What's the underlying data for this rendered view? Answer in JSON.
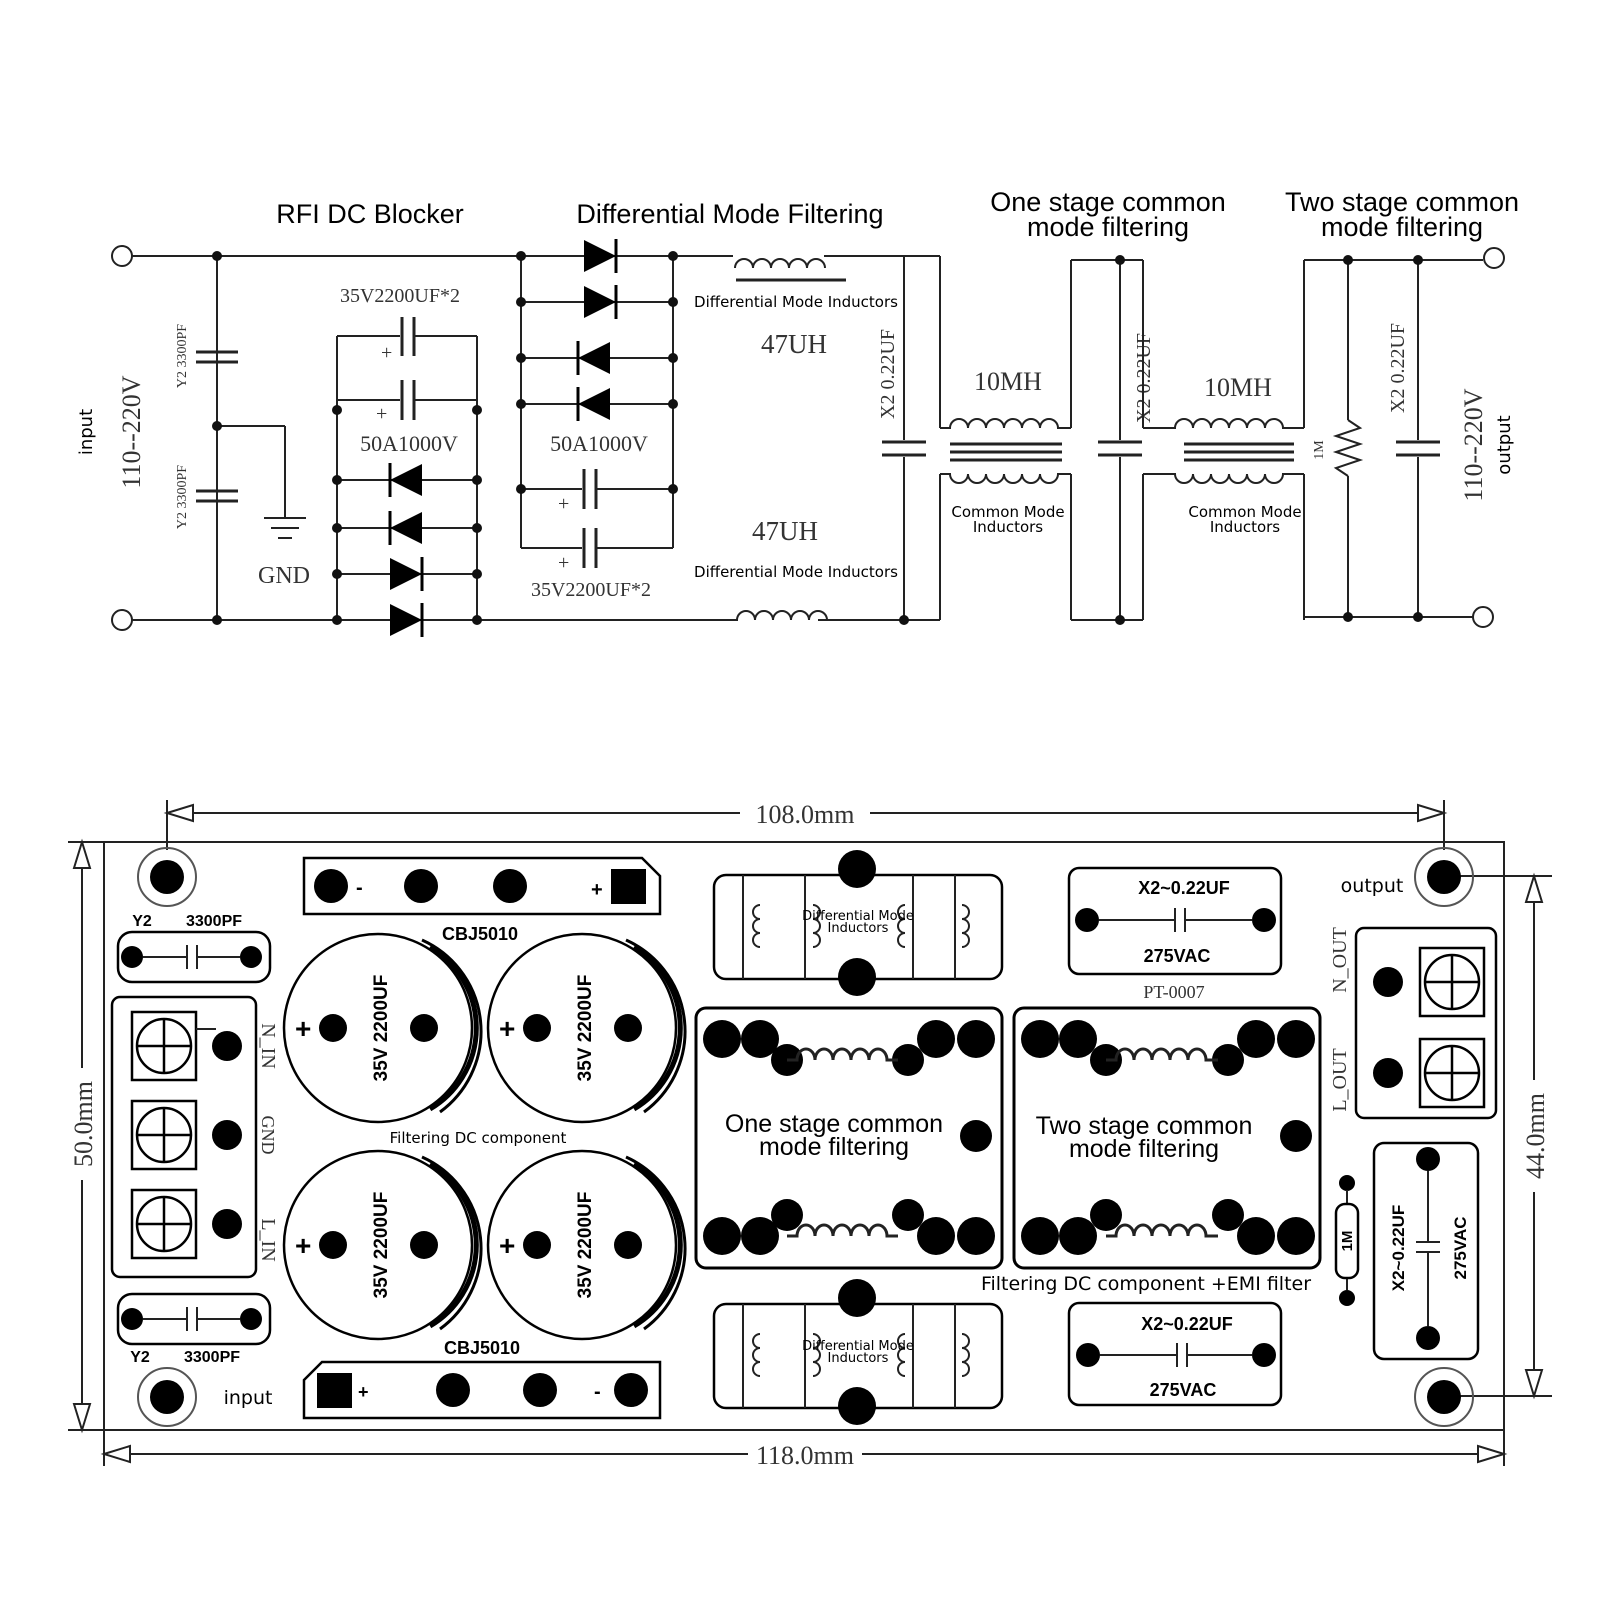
{
  "schematic": {
    "titles": {
      "rfi": "RFI DC Blocker",
      "diff": "Differential Mode Filtering",
      "one_stage_1": "One stage common",
      "one_stage_2": "mode filtering",
      "two_stage_1": "Two stage common",
      "two_stage_2": "mode filtering"
    },
    "input_label": "input",
    "output_label": "output",
    "voltage_in": "110--220V",
    "voltage_out": "110--220V",
    "y2_top": "Y2  3300PF",
    "y2_bottom": "Y2  3300PF",
    "gnd": "GND",
    "cap_top": "35V2200UF*2",
    "cap_bottom": "35V2200UF*2",
    "bridge_left": "50A1000V",
    "bridge_right": "50A1000V",
    "dm_inductor_top": "Differential Mode Inductors",
    "dm_inductor_bottom": "Differential Mode Inductors",
    "inductance_top": "47UH",
    "inductance_bottom": "47UH",
    "x2_a": "X2 0.22UF",
    "x2_b": "X2 0.22UF",
    "x2_c": "X2 0.22UF",
    "cm_1_value": "10MH",
    "cm_2_value": "10MH",
    "cm_1_label_1": "Common Mode",
    "cm_1_label_2": "Inductors",
    "cm_2_label_1": "Common Mode",
    "cm_2_label_2": "Inductors",
    "resistor": "1M"
  },
  "board": {
    "width_top": "108.0mm",
    "width_bottom": "118.0mm",
    "height_left": "50.0mm",
    "height_right": "44.0mm",
    "bridge_top": "CBJ5010",
    "bridge_bottom": "CBJ5010",
    "y2_top_name": "Y2",
    "y2_top_value": "3300PF",
    "y2_bottom_name": "Y2",
    "y2_bottom_value": "3300PF",
    "cap_value": "35V 2200UF",
    "filtering_dc": "Filtering DC component",
    "filtering_dc_emi": "Filtering DC component +EMI filter",
    "n_in": "N_IN",
    "gnd": "GND",
    "l_in": "L_IN",
    "n_out": "N_OUT",
    "l_out": "L_OUT",
    "input": "input",
    "output": "output",
    "dm_label_1": "Differential Mode",
    "dm_label_2": "Inductors",
    "one_stage_1": "One stage common",
    "one_stage_2": "mode filtering",
    "two_stage_1": "Two stage common",
    "two_stage_2": "mode filtering",
    "x2_value": "X2~0.22UF",
    "x2_rating": "275VAC",
    "pt": "PT-0007",
    "resistor": "1M",
    "x2_side_value": "X2~0.22UF",
    "x2_side_rating": "275VAC"
  }
}
